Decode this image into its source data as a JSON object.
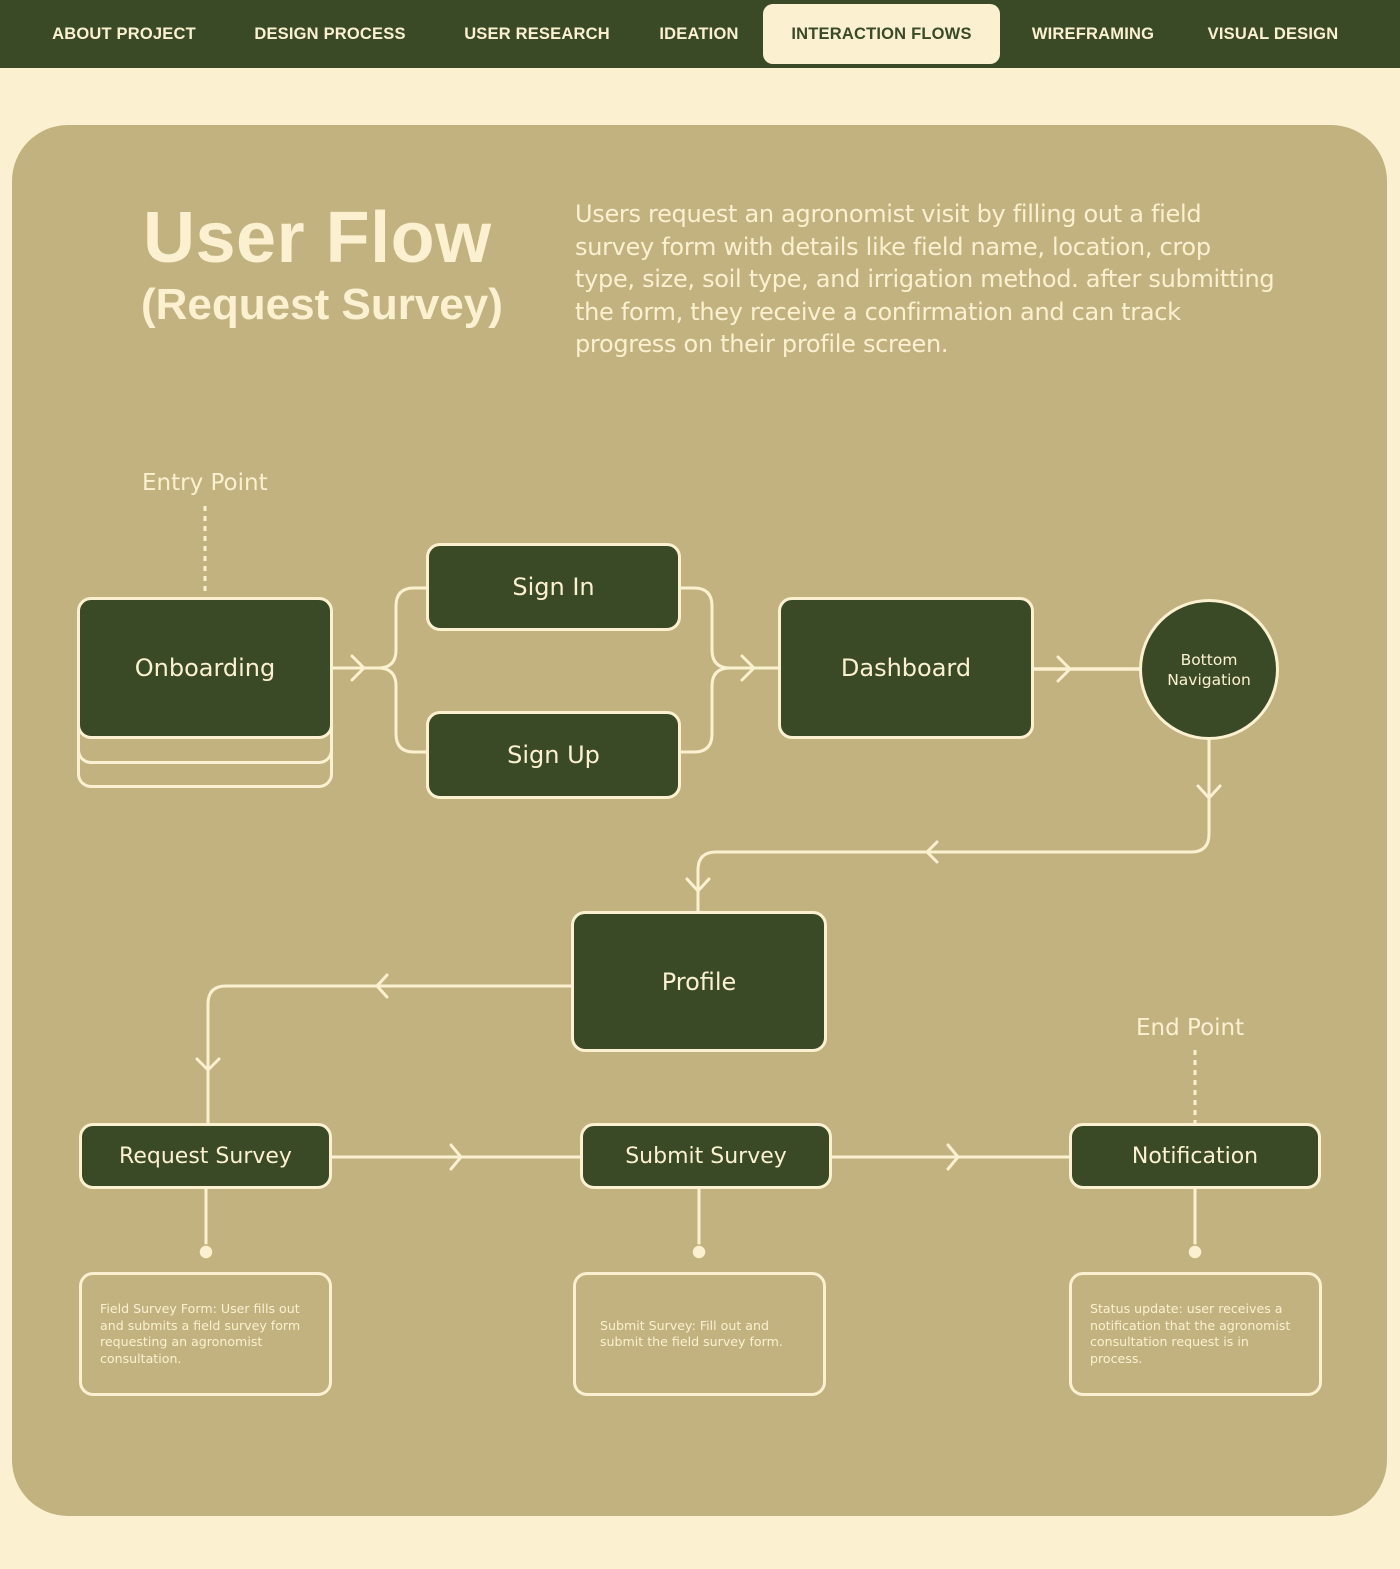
{
  "nav": {
    "items": [
      {
        "label": "ABOUT PROJECT",
        "active": false
      },
      {
        "label": "DESIGN PROCESS",
        "active": false
      },
      {
        "label": "USER RESEARCH",
        "active": false
      },
      {
        "label": "IDEATION",
        "active": false
      },
      {
        "label": "INTERACTION FLOWS",
        "active": true
      },
      {
        "label": "WIREFRAMING",
        "active": false
      },
      {
        "label": "VISUAL DESIGN",
        "active": false
      }
    ]
  },
  "header": {
    "title": "User Flow",
    "subtitle": "(Request Survey)",
    "description": "Users request an agronomist visit by filling out a field survey form with details like field name, location, crop type, size, soil type, and irrigation method. after submitting the form, they receive a confirmation and can track progress on their profile screen."
  },
  "flow": {
    "entry_label": "Entry Point",
    "end_label": "End Point",
    "nodes": {
      "onboarding": "Onboarding",
      "sign_in": "Sign In",
      "sign_up": "Sign Up",
      "dashboard": "Dashboard",
      "bottom_navigation": "Bottom Navigation",
      "profile": "Profile",
      "request_survey": "Request Survey",
      "submit_survey": "Submit Survey",
      "notification": "Notification"
    },
    "notes": {
      "request_survey": "Field Survey Form: User fills out and submits a field survey form requesting an agronomist consultation.",
      "submit_survey": "Submit Survey: Fill out and submit the field survey form.",
      "notification": "Status update: user receives a notification that the agronomist consultation request is in process."
    },
    "edges": [
      {
        "from": "onboarding",
        "to": "sign_in"
      },
      {
        "from": "onboarding",
        "to": "sign_up"
      },
      {
        "from": "sign_in",
        "to": "dashboard"
      },
      {
        "from": "sign_up",
        "to": "dashboard"
      },
      {
        "from": "dashboard",
        "to": "bottom_navigation"
      },
      {
        "from": "bottom_navigation",
        "to": "profile"
      },
      {
        "from": "profile",
        "to": "request_survey"
      },
      {
        "from": "request_survey",
        "to": "submit_survey"
      },
      {
        "from": "submit_survey",
        "to": "notification"
      }
    ]
  },
  "colors": {
    "page_bg": "#fbf1d0",
    "dark_green": "#3b4a26",
    "panel_tan": "#c2b280",
    "cream": "#fbf1d0"
  }
}
